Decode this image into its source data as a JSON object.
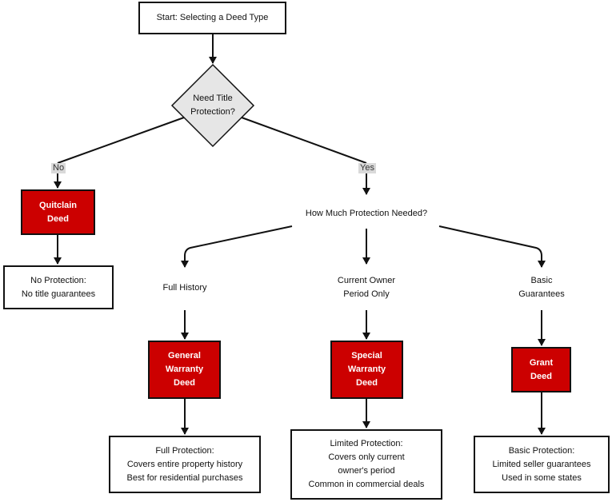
{
  "nodes": {
    "start": [
      "Start: Selecting a Deed Type"
    ],
    "decision": [
      "Need Title",
      "Protection?"
    ],
    "quitclaim": [
      "Quitclain",
      "Deed"
    ],
    "no_protection": [
      "No Protection:",
      "No title guarantees"
    ],
    "how_much": [
      "How Much Protection Needed?"
    ],
    "full_history": [
      "Full History"
    ],
    "current_owner": [
      "Current Owner",
      "Period Only"
    ],
    "basic": [
      "Basic",
      "Guarantees"
    ],
    "general": [
      "General",
      "Warranty",
      "Deed"
    ],
    "special": [
      "Special",
      "Warranty",
      "Deed"
    ],
    "grant": [
      "Grant",
      "Deed"
    ],
    "full_protection": [
      "Full Protection:",
      "Covers entire property history",
      "Best for residential purchases"
    ],
    "limited_protection": [
      "Limited Protection:",
      "Covers only current",
      "owner's period",
      "Common in commercial deals"
    ],
    "basic_protection": [
      "Basic Protection:",
      "Limited seller guarantees",
      "Used in some states"
    ]
  },
  "edge_labels": {
    "no": "No",
    "yes": "Yes"
  },
  "colors": {
    "deed_fill": "#cc0000",
    "diamond_fill": "#e6e6e6",
    "stroke": "#111111"
  }
}
